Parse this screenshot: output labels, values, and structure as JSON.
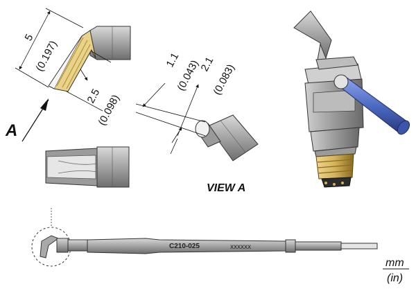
{
  "dimensions": {
    "length_mm": "5",
    "length_in": "(0.197)",
    "width_mm": "2.5",
    "width_in": "(0.098)",
    "slot_mm": "1.1",
    "slot_in": "(0.043)",
    "gap_mm": "2.1",
    "gap_in": "(0.083)"
  },
  "view_arrow_label": "A",
  "view_caption": "VIEW A",
  "tip_model": "C210-025",
  "tip_code": "xxxxxx",
  "units": {
    "primary": "mm",
    "secondary": "(in)"
  },
  "colors": {
    "metal": "#a9a9a9",
    "metal_dark": "#6e6e6e",
    "gold": "#d2b35c",
    "gold_dark": "#8a6a1e",
    "blue": "#4e6bc4",
    "blue_dark": "#27397e"
  }
}
